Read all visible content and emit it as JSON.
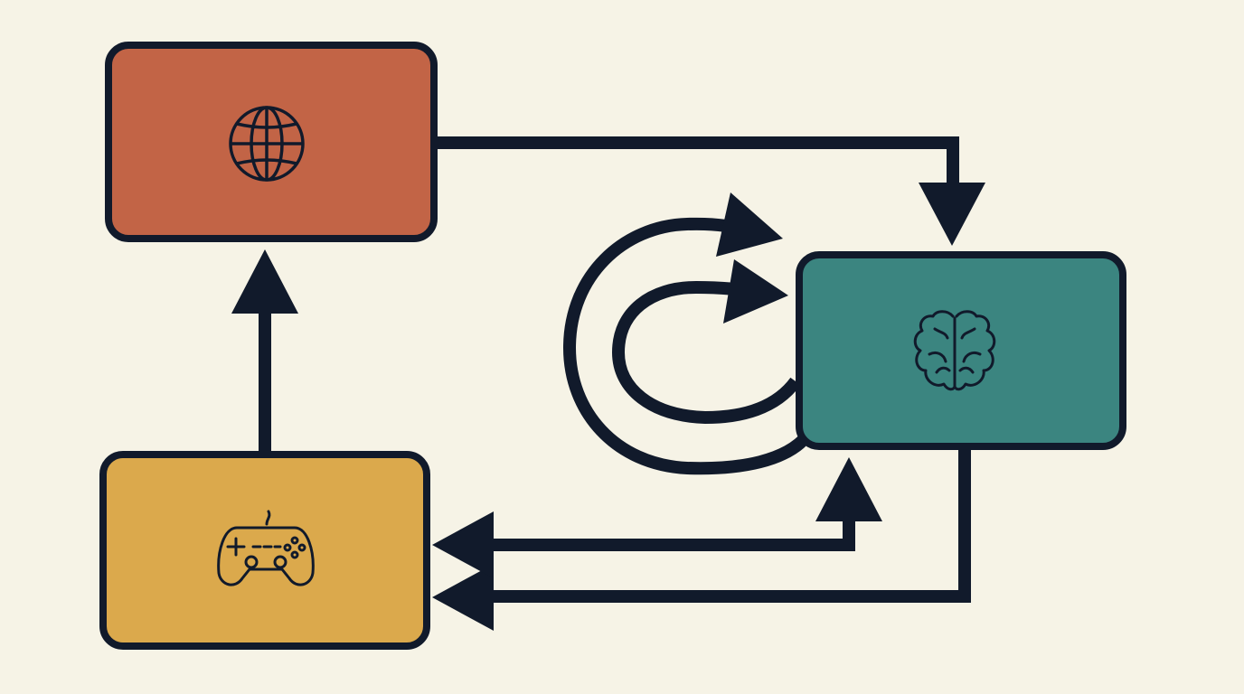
{
  "colors": {
    "background": "#F6F3E6",
    "stroke": "#111A2B",
    "world_node": "#C26446",
    "game_node": "#DBA94C",
    "agent_node": "#3B8580"
  },
  "nodes": [
    {
      "id": "world",
      "icon": "globe-icon"
    },
    {
      "id": "agent",
      "icon": "brain-icon"
    },
    {
      "id": "game",
      "icon": "gamepad-icon"
    }
  ],
  "edges": [
    {
      "from": "world",
      "to": "agent"
    },
    {
      "from": "game",
      "to": "world"
    },
    {
      "from": "agent",
      "to": "game"
    },
    {
      "from": "game",
      "to": "agent"
    },
    {
      "from": "agent",
      "to": "agent",
      "kind": "loop"
    },
    {
      "from": "agent",
      "to": "agent",
      "kind": "loop"
    }
  ]
}
